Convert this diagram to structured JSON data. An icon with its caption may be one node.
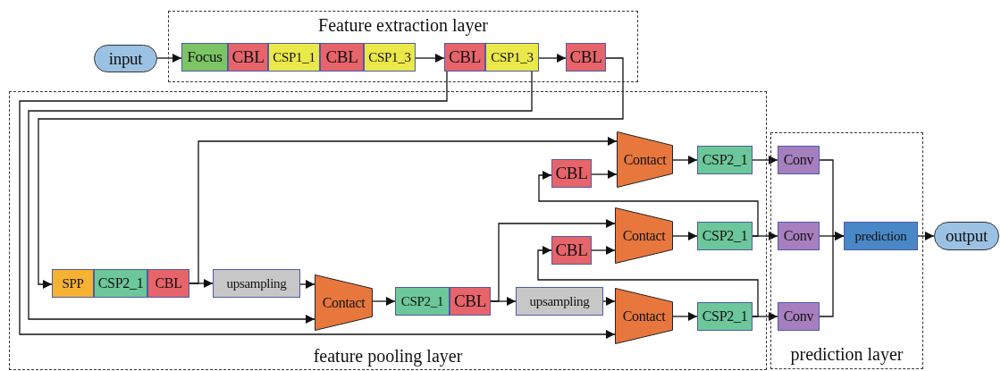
{
  "diagram": {
    "nodes": [
      {
        "text": [
          "Feature extraction layer"
        ]
      },
      {
        "text": [
          "input"
        ]
      },
      {
        "text": [
          "Focus"
        ],
        "in": 0
      },
      {
        "text": [
          "CBL"
        ],
        "in": 0
      },
      {
        "text": [
          "CSP1_1"
        ],
        "in": 0
      },
      {
        "text": [
          "CBL"
        ],
        "in": 0
      },
      {
        "text": [
          "CSP1_3"
        ],
        "in": 0
      },
      {
        "text": [
          "CBL"
        ],
        "in": 0
      },
      {
        "text": [
          "CSP1_3"
        ],
        "in": 0
      },
      {
        "text": [
          "CBL"
        ],
        "in": 0
      },
      {
        "text": [
          "feature pooling layer"
        ]
      },
      {
        "text": [
          "SPP"
        ],
        "in": 10
      },
      {
        "text": [
          "CSP2_1"
        ],
        "in": 10
      },
      {
        "text": [
          "CBL"
        ],
        "in": 10
      },
      {
        "text": [
          "upsampling"
        ],
        "in": 10
      },
      {
        "text": [
          "Contact"
        ],
        "in": 10
      },
      {
        "text": [
          "CSP2_1"
        ],
        "in": 10
      },
      {
        "text": [
          "CBL"
        ],
        "in": 10
      },
      {
        "text": [
          "upsampling"
        ],
        "in": 10
      },
      {
        "text": [
          "Contact"
        ],
        "in": 10
      },
      {
        "text": [
          "CSP2_1"
        ],
        "in": 10
      },
      {
        "text": [
          "CBL"
        ],
        "in": 10
      },
      {
        "text": [
          "Contact"
        ],
        "in": 10
      },
      {
        "text": [
          "CSP2_1"
        ],
        "in": 10
      },
      {
        "text": [
          "CBL"
        ],
        "in": 10
      },
      {
        "text": [
          "Contact"
        ],
        "in": 10
      },
      {
        "text": [
          "CSP2_1"
        ],
        "in": 10
      },
      {
        "text": [
          "prediction layer"
        ]
      },
      {
        "text": [
          "Conv"
        ],
        "in": 27
      },
      {
        "text": [
          "Conv"
        ],
        "in": 27
      },
      {
        "text": [
          "Conv"
        ],
        "in": 27
      },
      {
        "text": [
          "prediction"
        ],
        "in": 27
      },
      {
        "text": [
          "output"
        ]
      }
    ],
    "edges": [
      {
        "from": 1,
        "to": 2,
        "arrow": "to"
      },
      {
        "from": 6,
        "to": 7,
        "arrow": "to"
      },
      {
        "from": 8,
        "to": 9,
        "arrow": "to"
      },
      {
        "from": 9,
        "to": 11,
        "arrow": "to"
      },
      {
        "from": 7,
        "to": 19,
        "arrow": "to"
      },
      {
        "from": 8,
        "to": 15,
        "arrow": "to"
      },
      {
        "from": 13,
        "to": 14,
        "arrow": "to"
      },
      {
        "from": 13,
        "to": 22,
        "arrow": "to"
      },
      {
        "from": 14,
        "to": 15,
        "arrow": "to"
      },
      {
        "from": 15,
        "to": 16,
        "arrow": "to"
      },
      {
        "from": 17,
        "to": 18,
        "arrow": "to"
      },
      {
        "from": 17,
        "to": 25,
        "arrow": "to"
      },
      {
        "from": 18,
        "to": 19,
        "arrow": "to"
      },
      {
        "from": 19,
        "to": 20,
        "arrow": "to"
      },
      {
        "from": 20,
        "to": 30,
        "arrow": "to"
      },
      {
        "from": 20,
        "to": 24,
        "arrow": "to"
      },
      {
        "from": 24,
        "to": 25,
        "arrow": "to"
      },
      {
        "from": 25,
        "to": 26,
        "arrow": "to"
      },
      {
        "from": 26,
        "to": 29,
        "arrow": "to"
      },
      {
        "from": 26,
        "to": 21,
        "arrow": "to"
      },
      {
        "from": 21,
        "to": 22,
        "arrow": "to"
      },
      {
        "from": 22,
        "to": 23,
        "arrow": "to"
      },
      {
        "from": 23,
        "to": 28,
        "arrow": "to"
      },
      {
        "from": 28,
        "to": 31,
        "arrow": "to"
      },
      {
        "from": 29,
        "to": 31,
        "arrow": "to"
      },
      {
        "from": 30,
        "to": 31,
        "arrow": "to"
      },
      {
        "from": 31,
        "to": 32,
        "arrow": "to"
      }
    ]
  }
}
